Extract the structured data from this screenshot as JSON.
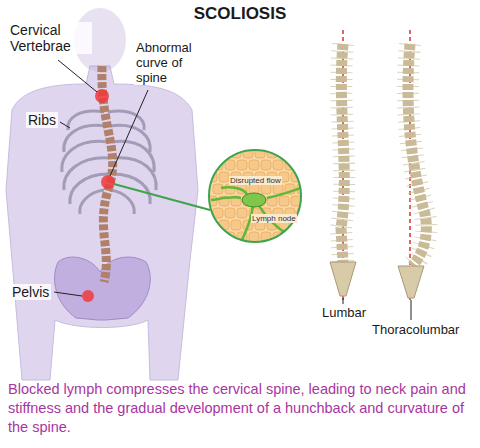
{
  "diagram": {
    "title": "SCOLIOSIS",
    "caption": "Blocked lymph compresses the cervical spine, leading to neck pain and stiffness and the gradual development of a hunchback and curvature of the spine.",
    "nodes": [
      {
        "text": [
          "Disrupted flow",
          "Lymph node"
        ]
      }
    ],
    "labels": [
      "Cervical Vertebrae",
      "Abnormal curve of spine",
      "Ribs",
      "Pelvis",
      "Lumbar",
      "Thoracolumbar"
    ]
  }
}
